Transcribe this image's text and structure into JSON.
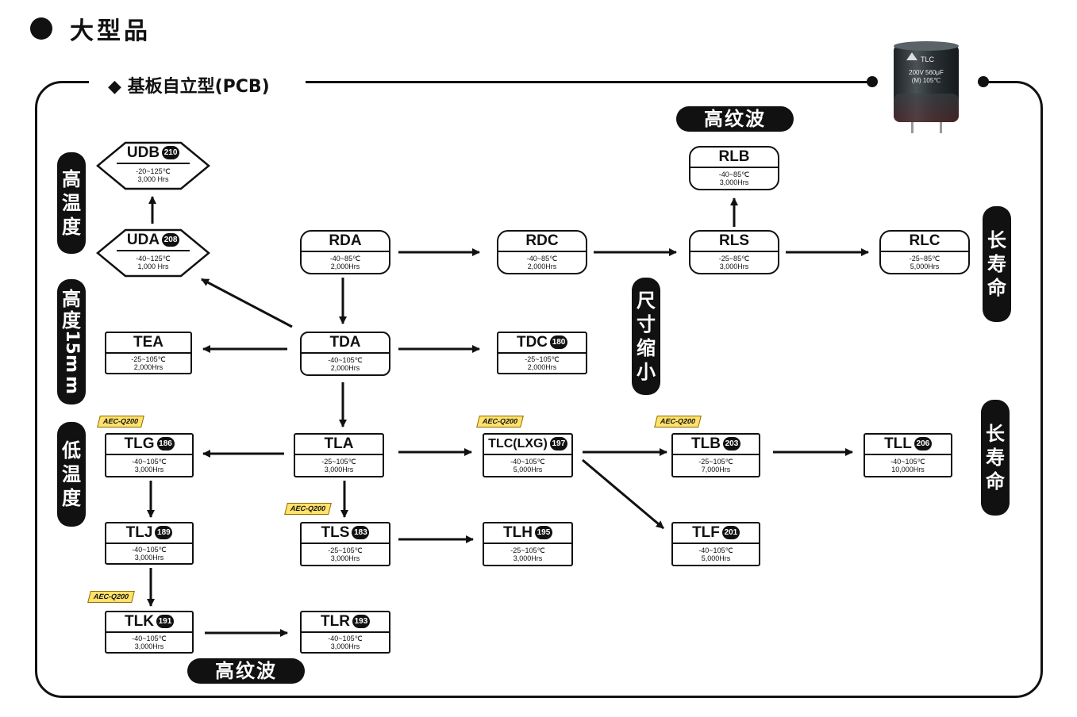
{
  "header": {
    "title": "大型品"
  },
  "section": {
    "label": "◆ 基板自立型(PCB)"
  },
  "capacitor": {
    "brand": "TLC",
    "line1": "200V 560μF",
    "line2": "(M) 105℃"
  },
  "aec_badge": "AEC-Q200",
  "side_labels": {
    "high_temp": [
      "高",
      "温",
      "度"
    ],
    "height_15mm": [
      "高",
      "度",
      "15",
      "m",
      "m"
    ],
    "low_temp": [
      "低",
      "温",
      "度"
    ],
    "size_reduction": [
      "尺",
      "寸",
      "缩",
      "小"
    ],
    "long_life_1": [
      "长",
      "寿",
      "命"
    ],
    "long_life_2": [
      "长",
      "寿",
      "命"
    ]
  },
  "pills": {
    "ripple_top": "高纹波",
    "ripple_bottom": "高纹波"
  },
  "nodes": {
    "UDB": {
      "name": "UDB",
      "page": "210",
      "temp": "-20~125℃",
      "life": "3,000 Hrs"
    },
    "UDA": {
      "name": "UDA",
      "page": "208",
      "temp": "-40~125℃",
      "life": "1,000 Hrs"
    },
    "RDA": {
      "name": "RDA",
      "temp": "-40~85℃",
      "life": "2,000Hrs"
    },
    "RDC": {
      "name": "RDC",
      "temp": "-40~85℃",
      "life": "2,000Hrs"
    },
    "RLS": {
      "name": "RLS",
      "temp": "-25~85℃",
      "life": "3,000Hrs"
    },
    "RLB": {
      "name": "RLB",
      "temp": "-40~85℃",
      "life": "3,000Hrs"
    },
    "RLC": {
      "name": "RLC",
      "temp": "-25~85℃",
      "life": "5,000Hrs"
    },
    "TEA": {
      "name": "TEA",
      "temp": "-25~105℃",
      "life": "2,000Hrs"
    },
    "TDA": {
      "name": "TDA",
      "temp": "-40~105℃",
      "life": "2,000Hrs"
    },
    "TDC": {
      "name": "TDC",
      "page": "180",
      "temp": "-25~105℃",
      "life": "2,000Hrs"
    },
    "TLG": {
      "name": "TLG",
      "page": "186",
      "temp": "-40~105℃",
      "life": "3,000Hrs"
    },
    "TLA": {
      "name": "TLA",
      "temp": "-25~105℃",
      "life": "3,000Hrs"
    },
    "TLC": {
      "name": "TLC(LXG)",
      "page": "197",
      "temp": "-40~105℃",
      "life": "5,000Hrs"
    },
    "TLB": {
      "name": "TLB",
      "page": "203",
      "temp": "-25~105℃",
      "life": "7,000Hrs"
    },
    "TLL": {
      "name": "TLL",
      "page": "206",
      "temp": "-40~105℃",
      "life": "10,000Hrs"
    },
    "TLJ": {
      "name": "TLJ",
      "page": "189",
      "temp": "-40~105℃",
      "life": "3,000Hrs"
    },
    "TLS": {
      "name": "TLS",
      "page": "183",
      "temp": "-25~105℃",
      "life": "3,000Hrs"
    },
    "TLH": {
      "name": "TLH",
      "page": "195",
      "temp": "-25~105℃",
      "life": "3,000Hrs"
    },
    "TLF": {
      "name": "TLF",
      "page": "201",
      "temp": "-40~105℃",
      "life": "5,000Hrs"
    },
    "TLK": {
      "name": "TLK",
      "page": "191",
      "temp": "-40~105℃",
      "life": "3,000Hrs"
    },
    "TLR": {
      "name": "TLR",
      "page": "193",
      "temp": "-40~105℃",
      "life": "3,000Hrs"
    }
  }
}
